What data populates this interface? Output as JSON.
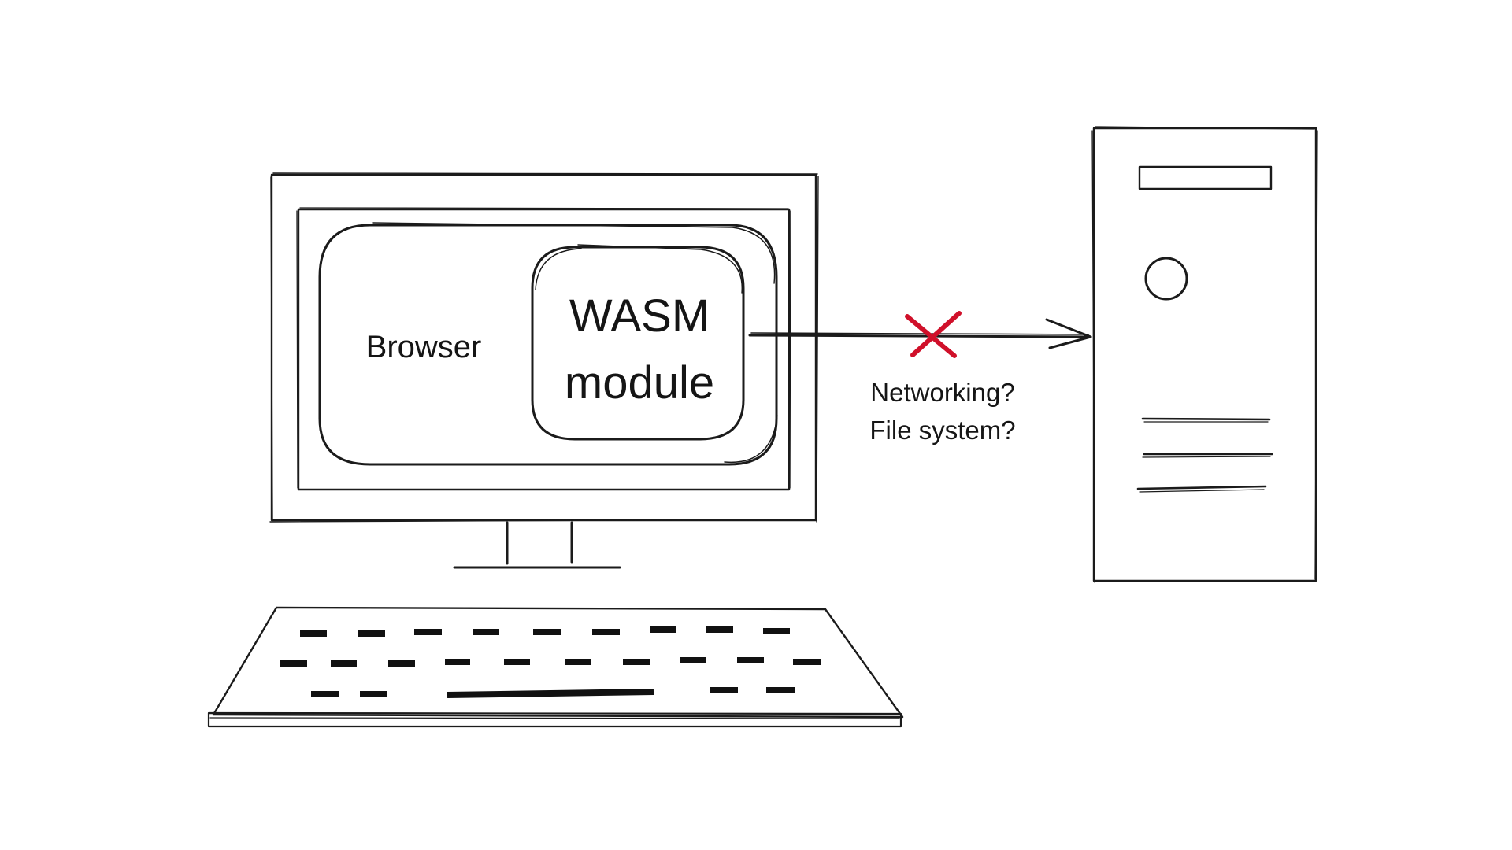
{
  "labels": {
    "browser": "Browser",
    "wasm_line1": "WASM",
    "wasm_line2": "module",
    "question1": "Networking?",
    "question2": "File system?"
  },
  "colors": {
    "ink": "#1b1b1b",
    "blocked_mark": "#d0102a",
    "background": "#ffffff"
  },
  "connection": {
    "from": "WASM module",
    "to": "Server",
    "status": "blocked"
  },
  "icons": {
    "blocked": "x-mark-icon",
    "computer": "desktop-computer-icon",
    "server": "server-tower-icon"
  }
}
